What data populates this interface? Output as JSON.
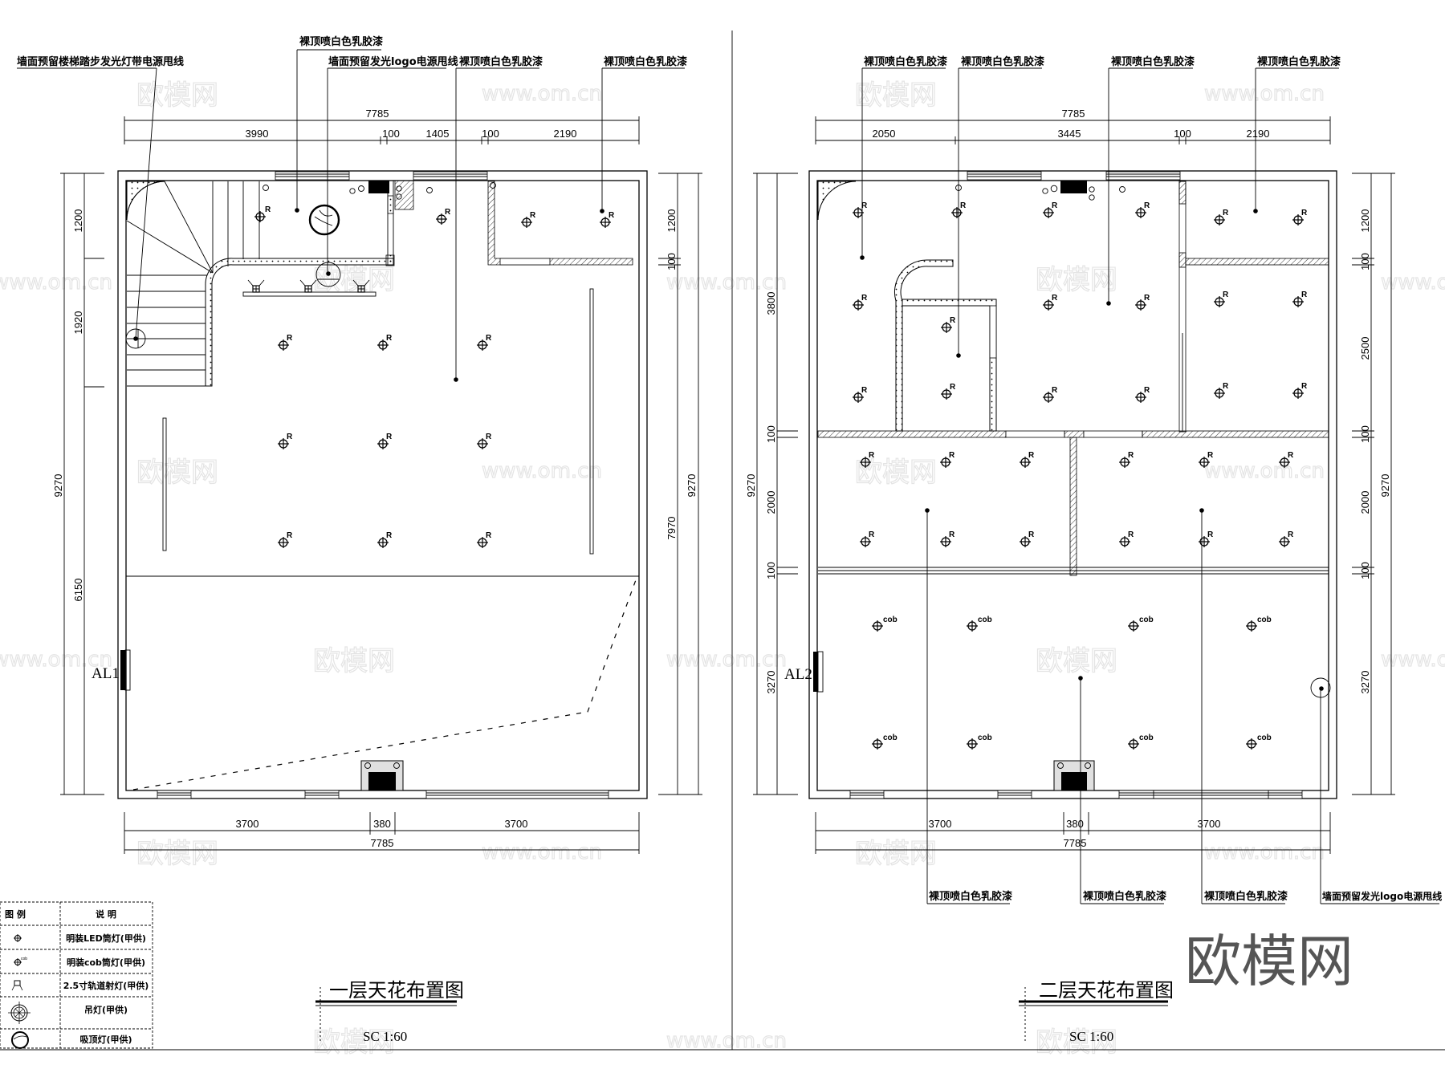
{
  "watermark": {
    "cn": "欧模网",
    "url": "www.om.cn"
  },
  "brand_logo": "欧模网",
  "plan1": {
    "title": "一层天花布置图",
    "scale": "SC   1:60",
    "panel_label": "AL1",
    "notes": {
      "stair_strip": "墙面预留楼梯踏步发光灯带电源甩线",
      "ceiling_a": "裸顶喷白色乳胶漆",
      "logo_power": "墙面预留发光logo电源甩线",
      "ceiling_b": "裸顶喷白色乳胶漆",
      "ceiling_c": "裸顶喷白色乳胶漆"
    },
    "dims_top": {
      "total": "7785",
      "d1": "3990",
      "d2": "100",
      "d3": "1405",
      "d4": "100",
      "d5": "2190"
    },
    "dims_bottom": {
      "d1": "3700",
      "d2": "380",
      "d3": "3700",
      "total": "7785"
    },
    "dims_left": {
      "d1": "1200",
      "d2": "1920",
      "d3": "6150",
      "total": "9270"
    },
    "dims_right": {
      "d1": "1200",
      "d2": "100",
      "d3": "7970",
      "total": "9270"
    },
    "downlight_tag": "R"
  },
  "plan2": {
    "title": "二层天花布置图",
    "scale": "SC   1:60",
    "panel_label": "AL2",
    "notes_top": [
      "裸顶喷白色乳胶漆",
      "裸顶喷白色乳胶漆",
      "裸顶喷白色乳胶漆",
      "裸顶喷白色乳胶漆"
    ],
    "notes_bottom": [
      "裸顶喷白色乳胶漆",
      "裸顶喷白色乳胶漆",
      "裸顶喷白色乳胶漆",
      "墙面预留发光logo电源甩线"
    ],
    "dims_top": {
      "total": "7785",
      "d1": "2050",
      "d2": "3445",
      "d3": "100",
      "d4": "2190"
    },
    "dims_bottom": {
      "d1": "3700",
      "d2": "380",
      "d3": "3700",
      "total": "7785"
    },
    "dims_left": {
      "d1": "3800",
      "d2": "100",
      "d3": "2000",
      "d4": "100",
      "d5": "3270",
      "total": "9270"
    },
    "dims_right": {
      "d1": "1200",
      "d2": "100",
      "d3": "2500",
      "d4": "100",
      "d5": "2000",
      "d6": "100",
      "d7": "3270",
      "total": "9270"
    },
    "downlight_tag": "R",
    "cob_tag": "cob"
  },
  "legend": {
    "header": {
      "symbol": "图  例",
      "desc": "说  明"
    },
    "rows": [
      {
        "icon": "led-downlight-icon",
        "desc": "明装LED筒灯(甲供)"
      },
      {
        "icon": "cob-downlight-icon",
        "desc": "明装cob筒灯(甲供)"
      },
      {
        "icon": "track-spotlight-icon",
        "desc": "2.5寸轨道射灯(甲供)"
      },
      {
        "icon": "pendant-light-icon",
        "desc": "吊灯(甲供)"
      },
      {
        "icon": "ceiling-light-icon",
        "desc": "吸顶灯(甲供)"
      }
    ]
  }
}
